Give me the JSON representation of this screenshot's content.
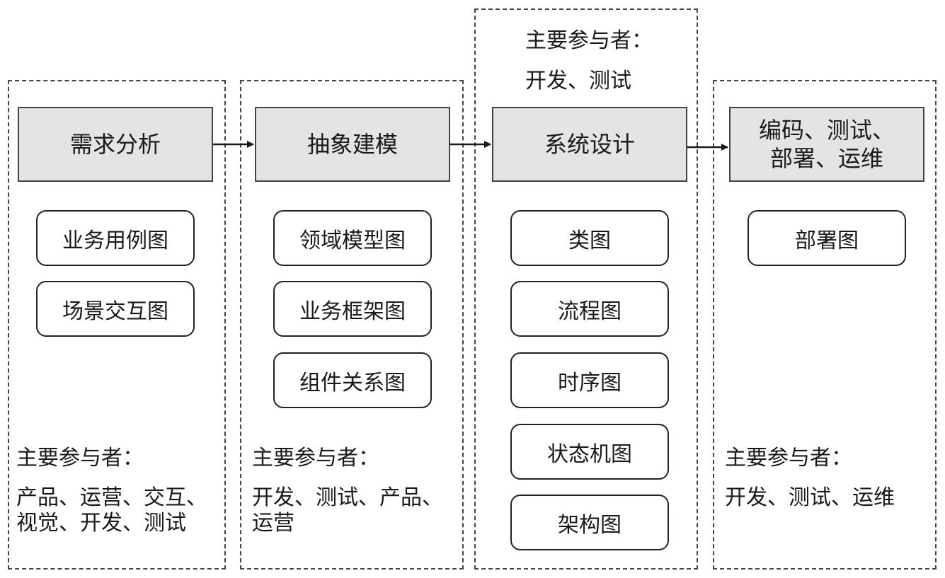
{
  "stages": [
    {
      "title_lines": [
        "需求分析"
      ],
      "artifacts": [
        "业务用例图",
        "场景交互图"
      ],
      "participants_label": "主要参与者：",
      "participants_lines": [
        "产品、运营、交互、",
        "视觉、开发、测试"
      ]
    },
    {
      "title_lines": [
        "抽象建模"
      ],
      "artifacts": [
        "领域模型图",
        "业务框架图",
        "组件关系图"
      ],
      "participants_label": "主要参与者：",
      "participants_lines": [
        "开发、测试、产品、",
        "运营"
      ]
    },
    {
      "title_lines": [
        "系统设计"
      ],
      "artifacts": [
        "类图",
        "流程图",
        "时序图",
        "状态机图",
        "架构图"
      ],
      "participants_label": "主要参与者：",
      "participants_lines": [
        "开发、测试"
      ]
    },
    {
      "title_lines": [
        "编码、测试、",
        "部署、运维"
      ],
      "artifacts": [
        "部署图"
      ],
      "participants_label": "主要参与者：",
      "participants_lines": [
        "开发、测试、运维"
      ]
    }
  ],
  "colors": {
    "stage_fill": "#e4e4e4",
    "border": "#444444",
    "text": "#1a1a1a"
  }
}
